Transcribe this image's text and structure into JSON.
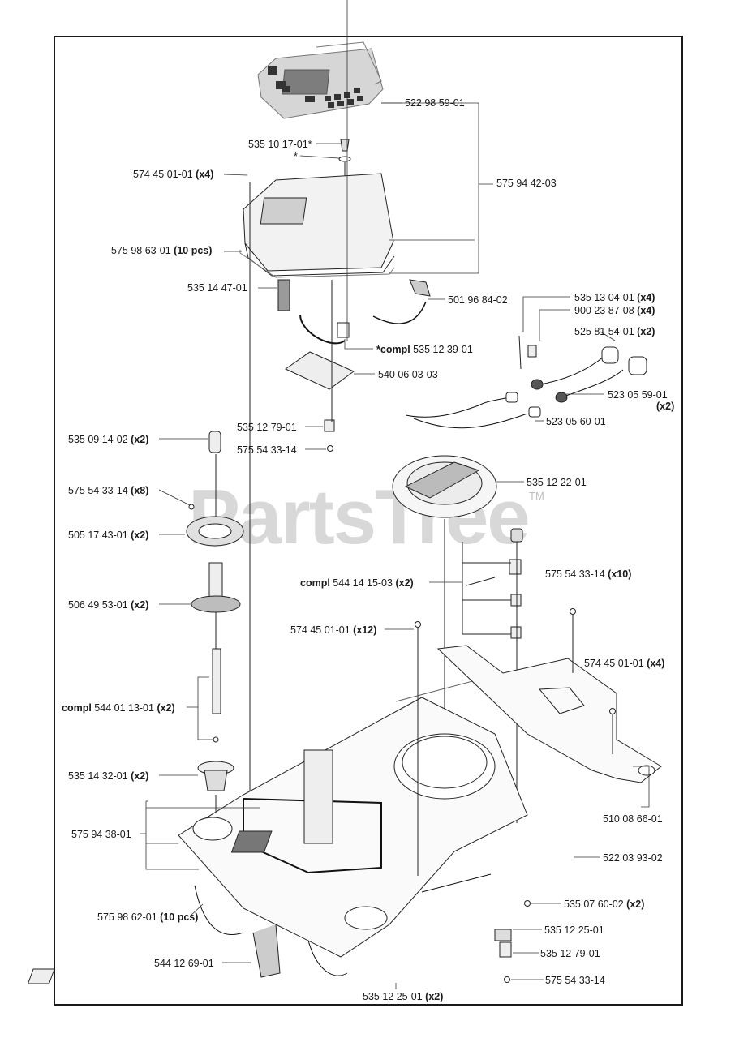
{
  "watermark": {
    "text": "PartsTree",
    "tm": "TM"
  },
  "labels": [
    {
      "id": "l01",
      "pre": "",
      "num": "522 98 59-01",
      "qty": ""
    },
    {
      "id": "l02",
      "pre": "",
      "num": "535 10 17-01*",
      "qty": ""
    },
    {
      "id": "l03",
      "pre": "",
      "num": "*",
      "qty": ""
    },
    {
      "id": "l04",
      "pre": "",
      "num": "574 45 01-01",
      "qty": "(x4)"
    },
    {
      "id": "l05",
      "pre": "",
      "num": "575 94 42-03",
      "qty": ""
    },
    {
      "id": "l06",
      "pre": "",
      "num": "575 98 63-01",
      "qty": "(10 pcs)"
    },
    {
      "id": "l07",
      "pre": "",
      "num": "535 14 47-01",
      "qty": ""
    },
    {
      "id": "l08",
      "pre": "",
      "num": "501 96 84-02",
      "qty": ""
    },
    {
      "id": "l09",
      "pre": "",
      "num": "535 13 04-01",
      "qty": "(x4)"
    },
    {
      "id": "l10",
      "pre": "",
      "num": "900 23 87-08",
      "qty": "(x4)"
    },
    {
      "id": "l11",
      "pre": "",
      "num": "525 81 54-01",
      "qty": "(x2)"
    },
    {
      "id": "l12",
      "pre": "*compl",
      "num": " 535 12 39-01",
      "qty": ""
    },
    {
      "id": "l13",
      "pre": "",
      "num": "540 06 03-03",
      "qty": ""
    },
    {
      "id": "l14",
      "pre": "",
      "num": "523 05 59-01",
      "qty": ""
    },
    {
      "id": "l15",
      "pre": "",
      "num": "",
      "qty": "(x2)"
    },
    {
      "id": "l16",
      "pre": "",
      "num": "523 05 60-01",
      "qty": ""
    },
    {
      "id": "l17",
      "pre": "",
      "num": "535 12 79-01",
      "qty": ""
    },
    {
      "id": "l18",
      "pre": "",
      "num": "575 54 33-14",
      "qty": ""
    },
    {
      "id": "l19",
      "pre": "",
      "num": "535 09 14-02",
      "qty": "(x2)"
    },
    {
      "id": "l20",
      "pre": "",
      "num": "535 12 22-01",
      "qty": ""
    },
    {
      "id": "l21",
      "pre": "",
      "num": "575 54 33-14",
      "qty": "(x8)"
    },
    {
      "id": "l22",
      "pre": "",
      "num": "505 17 43-01",
      "qty": "(x2)"
    },
    {
      "id": "l23",
      "pre": "compl",
      "num": " 544 14 15-03",
      "qty": "(x2)"
    },
    {
      "id": "l24",
      "pre": "",
      "num": "575 54 33-14",
      "qty": "(x10)"
    },
    {
      "id": "l25",
      "pre": "",
      "num": "506 49 53-01",
      "qty": "(x2)"
    },
    {
      "id": "l26",
      "pre": "",
      "num": "574 45 01-01",
      "qty": "(x12)"
    },
    {
      "id": "l27",
      "pre": "",
      "num": "574 45 01-01",
      "qty": "(x4)"
    },
    {
      "id": "l28",
      "pre": "compl",
      "num": " 544 01 13-01",
      "qty": "(x2)"
    },
    {
      "id": "l29",
      "pre": "",
      "num": "535 14 32-01",
      "qty": "(x2)"
    },
    {
      "id": "l30",
      "pre": "",
      "num": "510 08 66-01",
      "qty": ""
    },
    {
      "id": "l31",
      "pre": "",
      "num": "575 94 38-01",
      "qty": ""
    },
    {
      "id": "l32",
      "pre": "",
      "num": "522 03 93-02",
      "qty": ""
    },
    {
      "id": "l33",
      "pre": "",
      "num": "535 07 60-02",
      "qty": "(x2)"
    },
    {
      "id": "l34",
      "pre": "",
      "num": "575 98 62-01",
      "qty": "(10 pcs)"
    },
    {
      "id": "l35",
      "pre": "",
      "num": "535 12 25-01",
      "qty": ""
    },
    {
      "id": "l36",
      "pre": "",
      "num": "535 12 79-01",
      "qty": ""
    },
    {
      "id": "l37",
      "pre": "",
      "num": "544 12 69-01",
      "qty": ""
    },
    {
      "id": "l38",
      "pre": "",
      "num": "575 54 33-14",
      "qty": ""
    },
    {
      "id": "l39",
      "pre": "",
      "num": "535 12 25-01",
      "qty": "(x2)"
    }
  ]
}
